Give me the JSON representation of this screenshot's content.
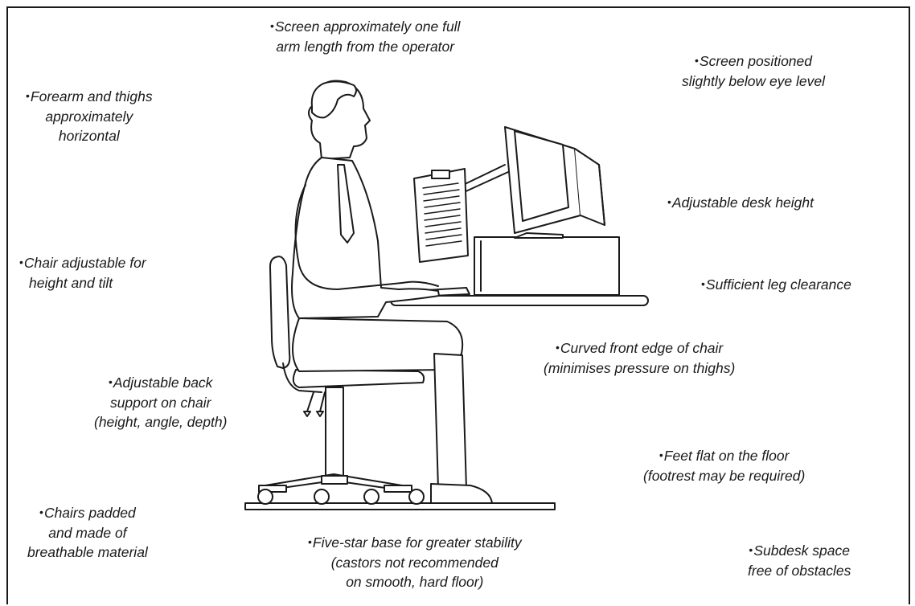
{
  "bullet": "•",
  "notes": {
    "screen_distance": [
      "Screen approximately one full",
      "arm length from the operator"
    ],
    "screen_position": [
      "Screen positioned",
      "slightly below eye level"
    ],
    "forearm": [
      "Forearm and thighs",
      "approximately",
      "horizontal"
    ],
    "desk_height": [
      "Adjustable desk height"
    ],
    "chair_adjustable": [
      "Chair adjustable for",
      "height and tilt"
    ],
    "leg_clearance": [
      "Sufficient leg clearance"
    ],
    "curved_edge": [
      "Curved front edge of chair",
      "(minimises pressure on thighs)"
    ],
    "back_support": [
      "Adjustable back",
      "support on chair",
      "(height, angle, depth)"
    ],
    "feet_flat": [
      "Feet flat on the floor",
      "(footrest may be required)"
    ],
    "padded": [
      "Chairs padded",
      "and made of",
      "breathable material"
    ],
    "five_star": [
      "Five-star base for greater stability",
      "(castors not recommended",
      "on smooth, hard floor)"
    ],
    "subdesk": [
      "Subdesk space",
      "free of obstacles"
    ]
  }
}
